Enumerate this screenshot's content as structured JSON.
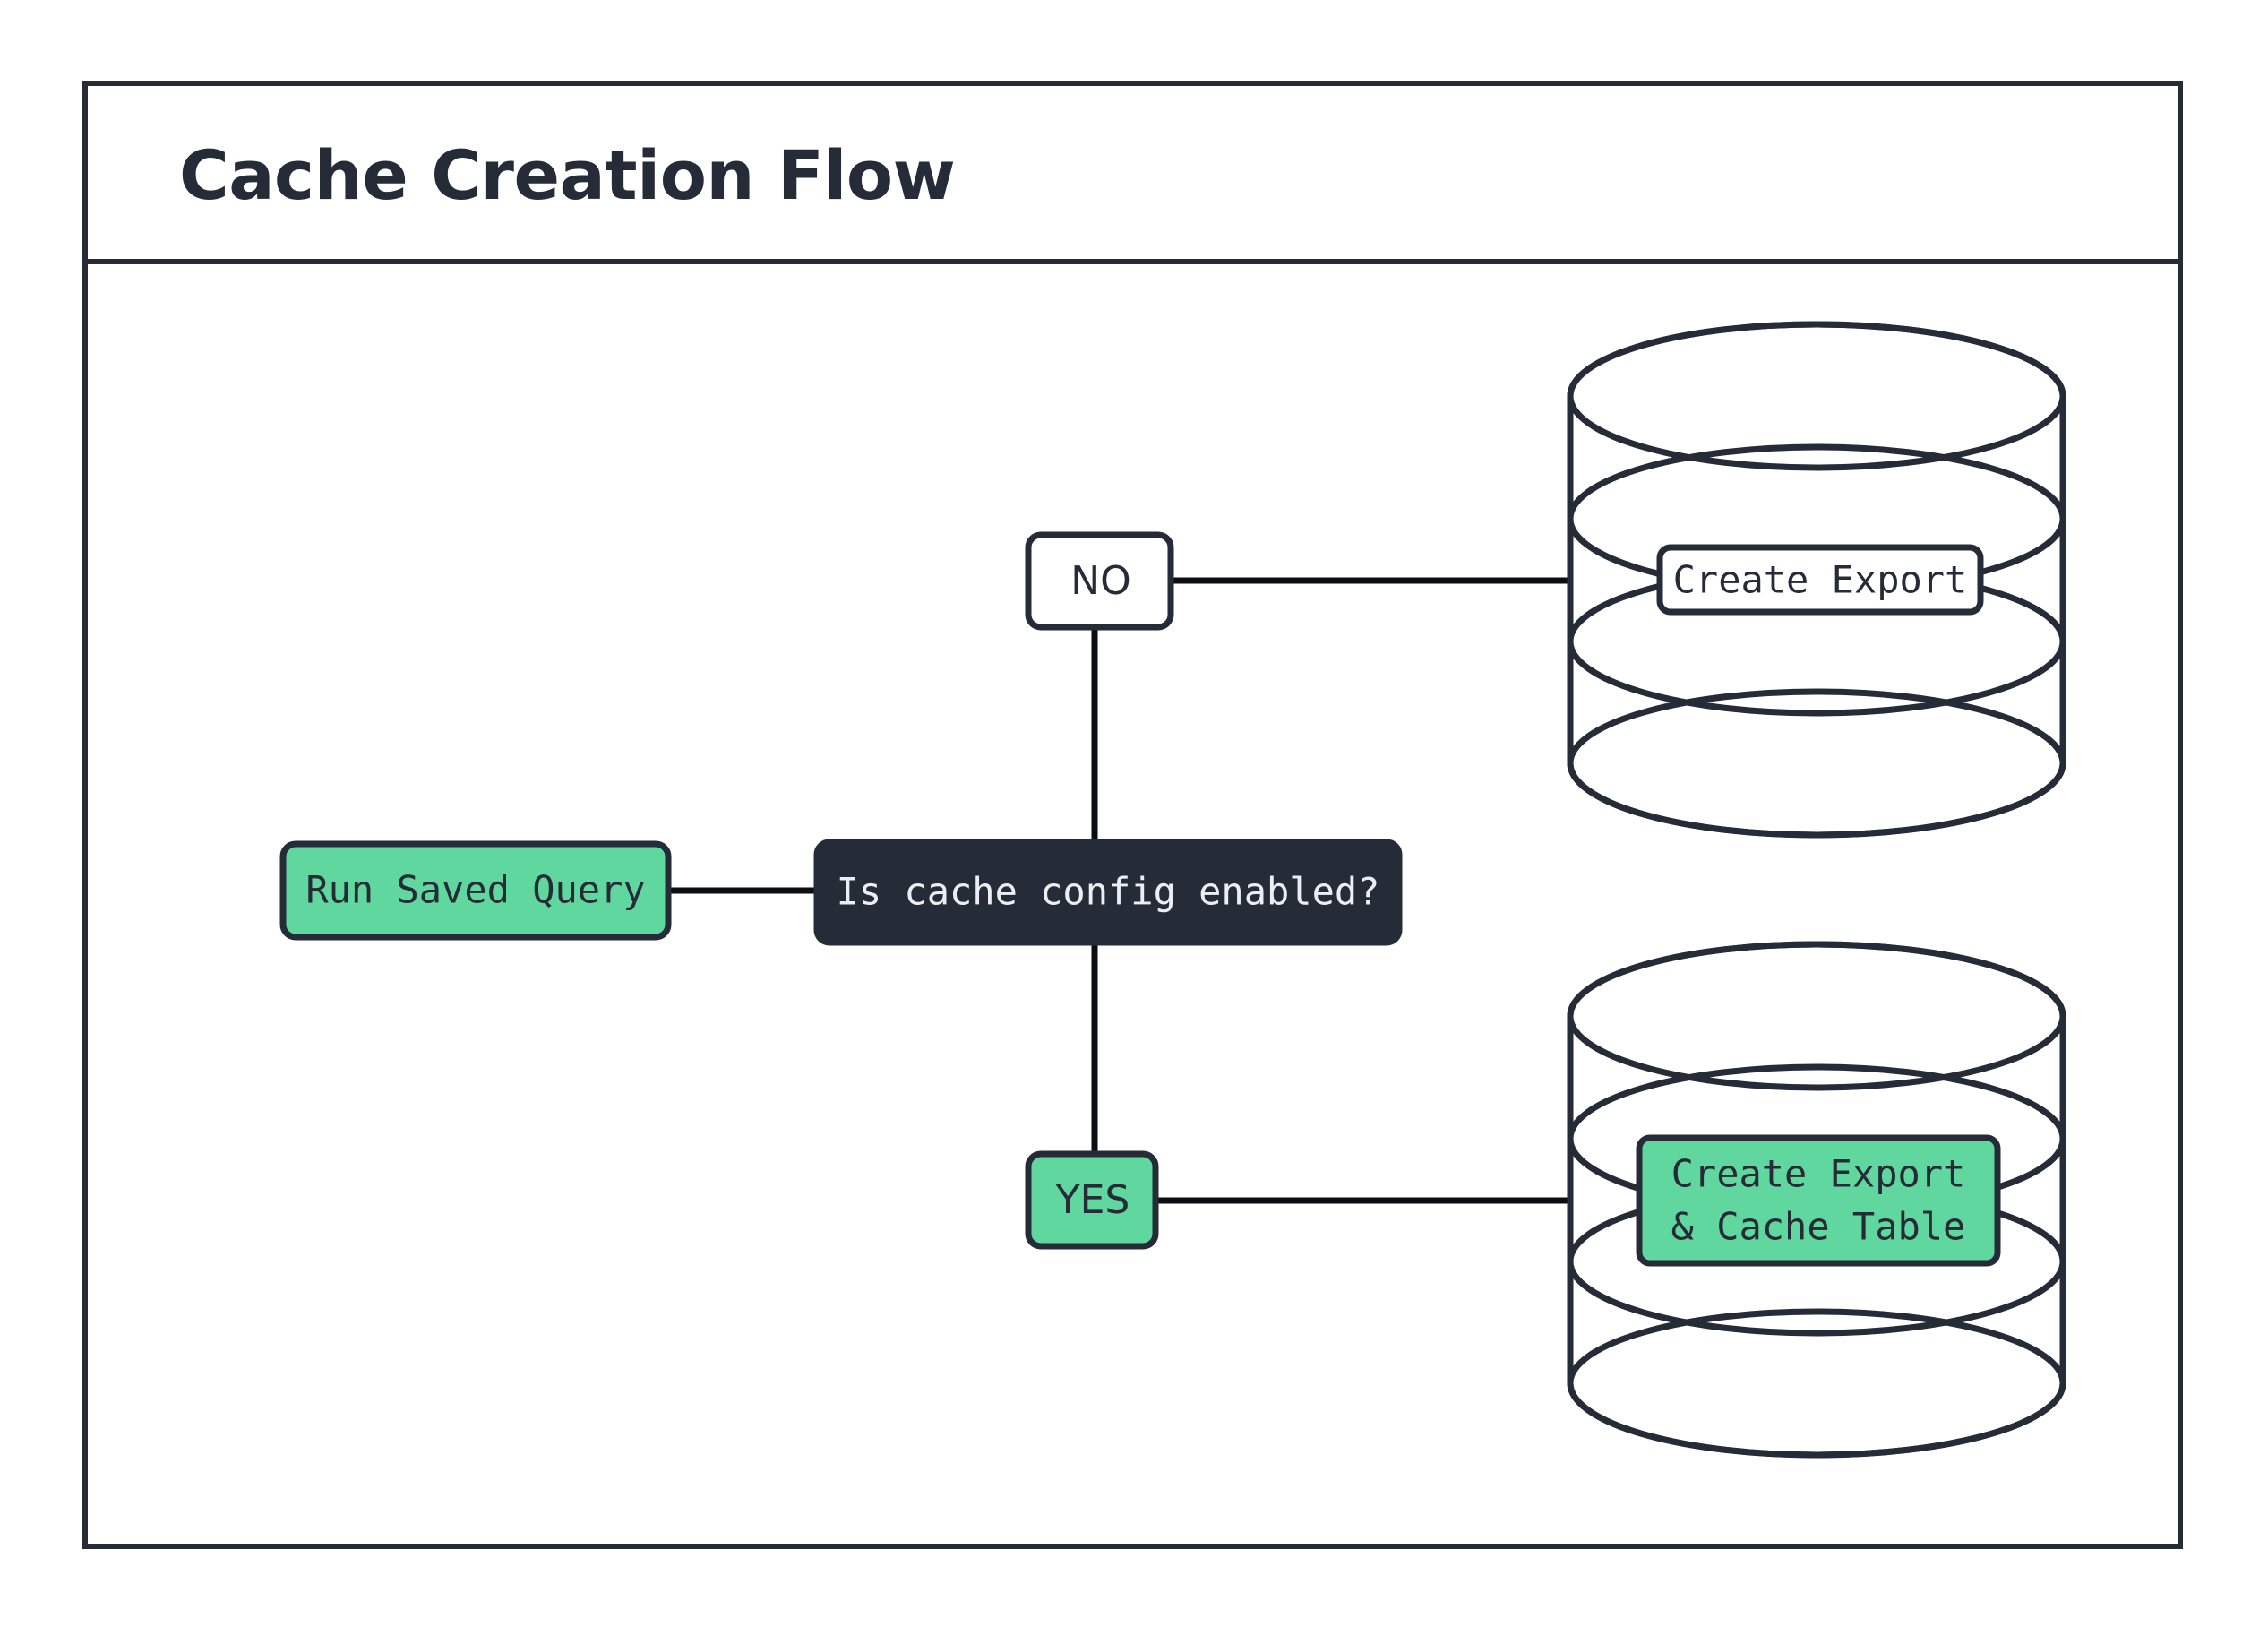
{
  "diagram": {
    "title": "Cache Creation Flow",
    "colors": {
      "accent_green": "#5fd79e",
      "ink": "#262b38",
      "surface": "#ffffff",
      "edge": "#0b0d12"
    },
    "nodes": [
      {
        "id": "run-saved-query",
        "label": "Run Saved Query",
        "shape": "rounded-rect",
        "fill": "green"
      },
      {
        "id": "decision",
        "label": "Is cache config enabled?",
        "shape": "rounded-rect",
        "fill": "dark"
      },
      {
        "id": "branch-no",
        "label": "NO",
        "shape": "rounded-rect",
        "fill": "white"
      },
      {
        "id": "branch-yes",
        "label": "YES",
        "shape": "rounded-rect",
        "fill": "green"
      },
      {
        "id": "db-create-export",
        "label": "Create Export",
        "shape": "database-stack",
        "fill": "white"
      },
      {
        "id": "db-create-export-cache",
        "label_line_1": "Create Export",
        "label_line_2": "& Cache Table",
        "shape": "database-stack",
        "fill": "green"
      }
    ],
    "edges": [
      {
        "from": "run-saved-query",
        "to": "decision"
      },
      {
        "from": "decision",
        "to": "branch-no"
      },
      {
        "from": "branch-no",
        "to": "db-create-export"
      },
      {
        "from": "decision",
        "to": "branch-yes"
      },
      {
        "from": "branch-yes",
        "to": "db-create-export-cache"
      }
    ]
  }
}
